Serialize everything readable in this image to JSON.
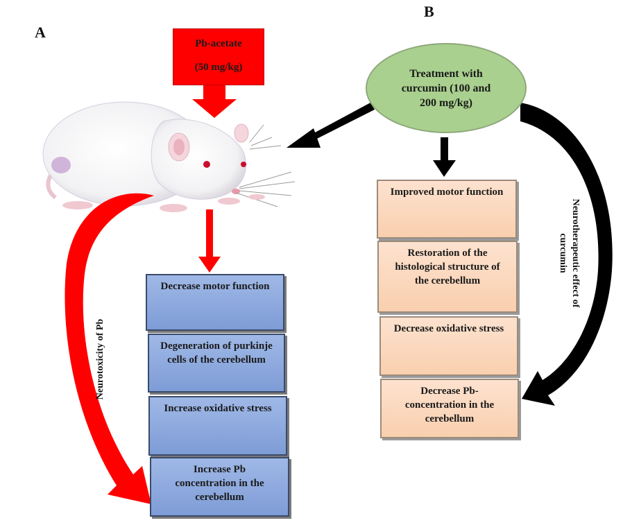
{
  "panels": {
    "a": "A",
    "b": "B"
  },
  "pb_acetate": {
    "line1": "Pb-acetate",
    "line2": "(50 mg/kg)"
  },
  "treatment": "Treatment with curcumin (100 and 200 mg/kg)",
  "left_boxes": [
    "Decrease motor function",
    "Degeneration of purkinje cells of the cerebellum",
    "Increase oxidative stress",
    "Increase Pb concentration in the cerebellum"
  ],
  "right_boxes": [
    "Improved motor function",
    "Restoration of the histological structure of the cerebellum",
    "Decrease oxidative stress",
    "Decrease Pb- concentration in the cerebellum"
  ],
  "left_curve_label": "Neurotoxicity of Pb",
  "right_curve_label": "Neurotherapeutic effect of curcumin",
  "colors": {
    "red": "#ff0000",
    "blue_box": "#8ea8dd",
    "peach_box": "#fcd9bf",
    "green_ellipse": "#a9d08e",
    "black": "#000000"
  },
  "icons": {
    "rat": "white-rat-illustration"
  }
}
